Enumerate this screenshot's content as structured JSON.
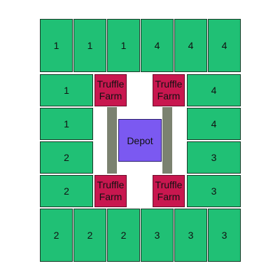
{
  "colors": {
    "tile": "#20c075",
    "truffle_farm": "#c8174f",
    "depot": "#7b59f1",
    "road": "#7b8270"
  },
  "tiles": {
    "top": [
      "1",
      "1",
      "1",
      "4",
      "4",
      "4"
    ],
    "left": [
      "1",
      "1",
      "2",
      "2"
    ],
    "right": [
      "4",
      "4",
      "3",
      "3"
    ],
    "bottom": [
      "2",
      "2",
      "2",
      "3",
      "3",
      "3"
    ]
  },
  "farms": {
    "top_left": "Truffle Farm",
    "top_right": "Truffle Farm",
    "bottom_left": "Truffle Farm",
    "bottom_right": "Truffle Farm"
  },
  "depot": {
    "label": "Depot"
  }
}
